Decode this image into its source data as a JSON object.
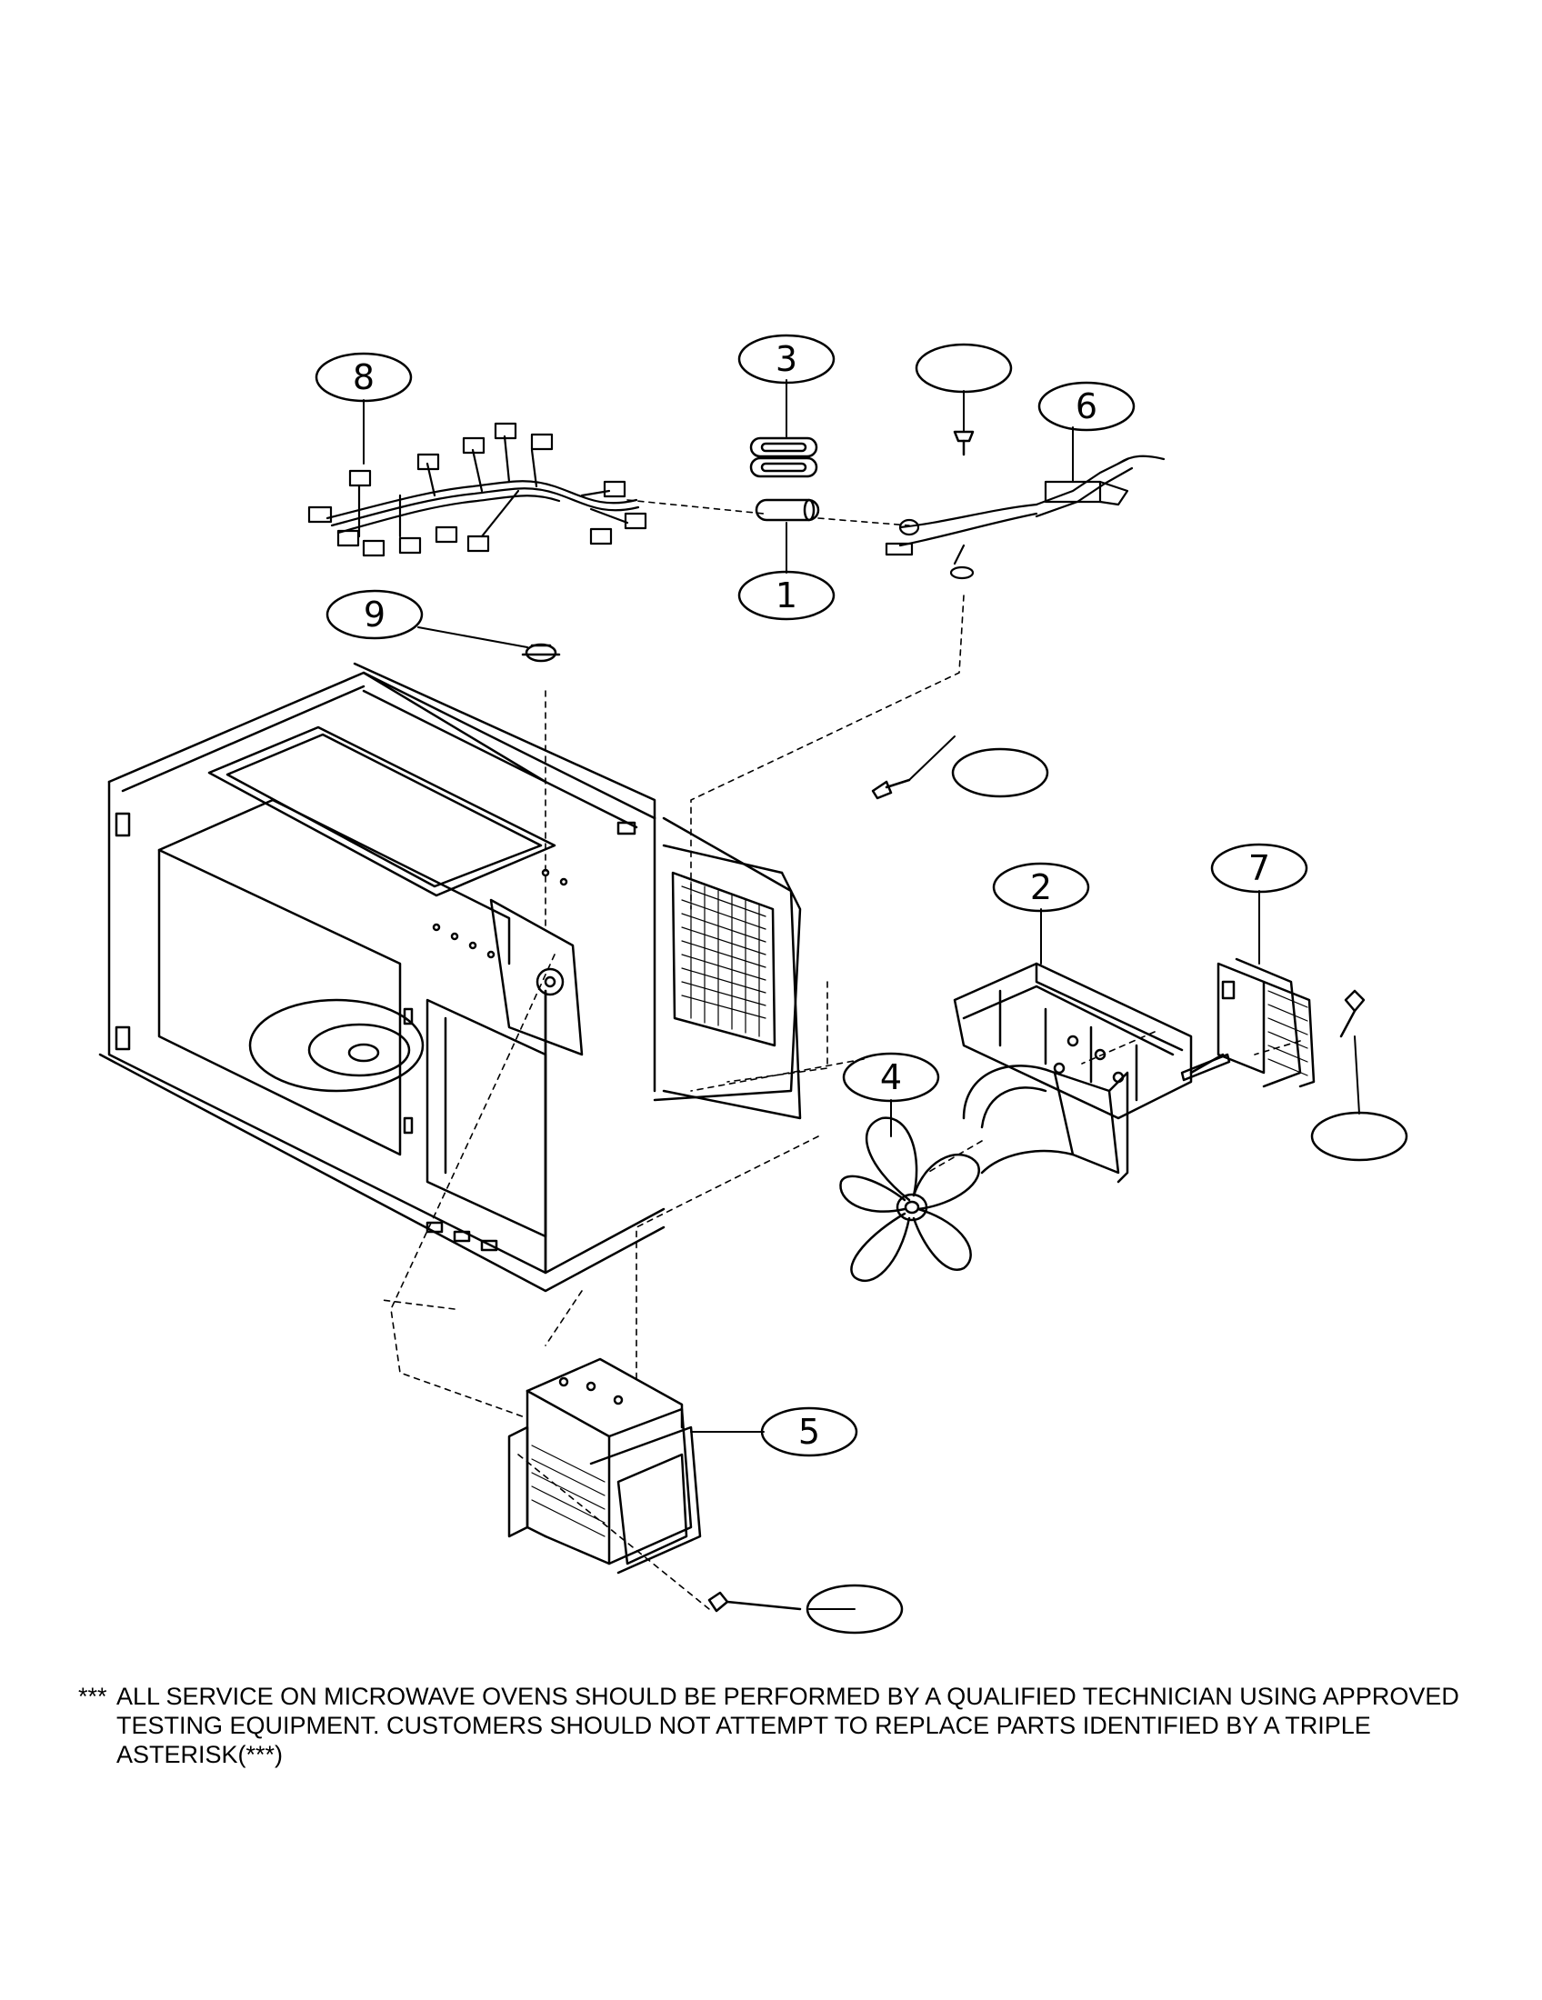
{
  "callouts": [
    {
      "id": "8",
      "label": "8"
    },
    {
      "id": "3",
      "label": "3"
    },
    {
      "id": "1",
      "label": "1"
    },
    {
      "id": "6",
      "label": "6"
    },
    {
      "id": "9",
      "label": "9"
    },
    {
      "id": "2",
      "label": "2"
    },
    {
      "id": "7",
      "label": "7"
    },
    {
      "id": "4",
      "label": "4"
    },
    {
      "id": "5",
      "label": "5"
    },
    {
      "id": "blank-a",
      "label": ""
    },
    {
      "id": "blank-b",
      "label": ""
    },
    {
      "id": "blank-c",
      "label": ""
    },
    {
      "id": "blank-d",
      "label": ""
    }
  ],
  "note": {
    "stars": "***",
    "text": "ALL SERVICE ON MICROWAVE OVENS SHOULD BE PERFORMED BY A QUALIFIED TECHNICIAN USING APPROVED TESTING EQUIPMENT. CUSTOMERS SHOULD NOT ATTEMPT TO REPLACE PARTS IDENTIFIED BY A TRIPLE ASTERISK(***)"
  },
  "colors": {
    "ink": "#000000",
    "paper": "#ffffff"
  }
}
